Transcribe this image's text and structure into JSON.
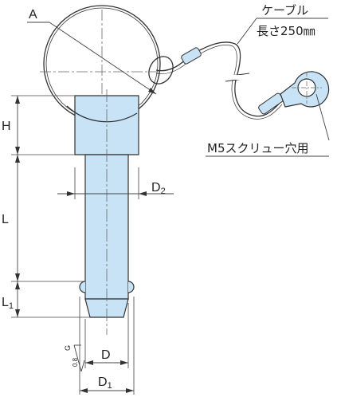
{
  "labels": {
    "A": "A",
    "H": "H",
    "L": "L",
    "L1_main": "L",
    "L1_sub": "1",
    "D2_main": "D",
    "D2_sub": "2",
    "D": "D",
    "D1_main": "D",
    "D1_sub": "1",
    "cable_title": "ケーブル",
    "cable_length": "長さ250㎜",
    "screw_hole": "M5スクリュー穴用",
    "roughness_symbol": "G",
    "roughness_value": "0.8"
  },
  "colors": {
    "pin_fill": "#c9e3f6",
    "outline": "#333333",
    "dim_line": "#444444",
    "centerline": "#666666"
  }
}
